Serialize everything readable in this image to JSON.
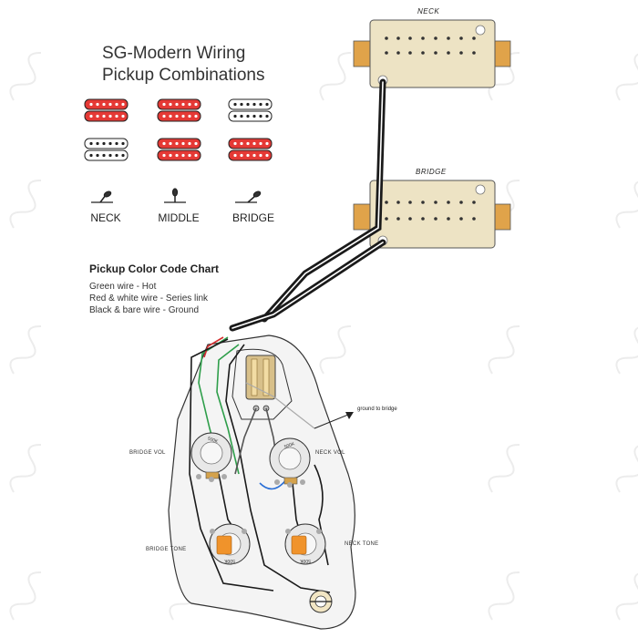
{
  "title": {
    "line1": "SG-Modern Wiring",
    "line2": "Pickup Combinations"
  },
  "selector_positions": [
    "NECK",
    "MIDDLE",
    "BRIDGE"
  ],
  "pickup_combinations": [
    {
      "top": "red",
      "bottom": "red"
    },
    {
      "top": "red",
      "bottom": "red"
    },
    {
      "top": "white",
      "bottom": "white"
    },
    {
      "top": "white",
      "bottom": "white"
    },
    {
      "top": "red",
      "bottom": "red"
    },
    {
      "top": "red",
      "bottom": "red"
    }
  ],
  "color_chart": {
    "title": "Pickup Color Code Chart",
    "entries": [
      "Green wire - Hot",
      "Red & white wire - Series link",
      "Black & bare wire - Ground"
    ]
  },
  "pickups": {
    "neck": "NECK",
    "bridge": "BRIDGE"
  },
  "controls": {
    "bridge_vol": "BRIDGE VOL",
    "neck_vol": "NECK VOL",
    "bridge_tone": "BRIDGE TONE",
    "neck_tone": "NECK TONE"
  },
  "pot_text": "500K",
  "callout": "ground to bridge",
  "colors": {
    "red_coil": "#e53935",
    "cream_pickup": "#ede3c4",
    "plate": "#f4f4f4",
    "wire_green": "#2e9e4a",
    "wire_red": "#d32f2f",
    "wire_black": "#1a1a1a",
    "pot_brass": "#d4a24c",
    "cap_orange": "#f0932b",
    "watermark": "#e6e6e6"
  }
}
